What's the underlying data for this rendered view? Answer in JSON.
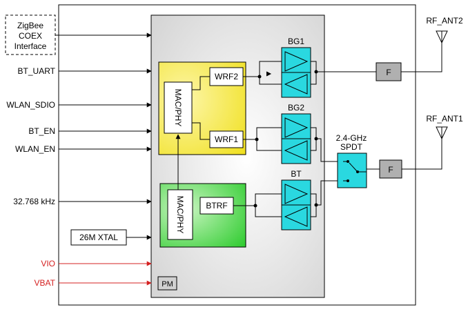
{
  "zigbee": {
    "line1": "ZigBee",
    "line2": "COEX",
    "line3": "Interface"
  },
  "inputs": {
    "bt_uart": "BT_UART",
    "wlan_sdio": "WLAN_SDIO",
    "bt_en": "BT_EN",
    "wlan_en": "WLAN_EN",
    "clock": "32.768 kHz",
    "vio": "VIO",
    "vbat": "VBAT"
  },
  "xtal": "26M XTAL",
  "pm": "PM",
  "wlan_block": {
    "mac": "MAC/PHY",
    "wrf2": "WRF2",
    "wrf1": "WRF1"
  },
  "bt_block": {
    "mac": "MAC/PHY",
    "btrf": "BTRF"
  },
  "amps": {
    "bg1": "BG1",
    "bg2": "BG2",
    "bt": "BT"
  },
  "switch": {
    "line1": "2.4-GHz",
    "line2": "SPDT"
  },
  "filters": {
    "f_top": "F",
    "f_mid": "F"
  },
  "antennas": {
    "ant2": "RF_ANT2",
    "ant1": "RF_ANT1"
  },
  "colors": {
    "power_signal": "#d42020",
    "wlan_block": "#f5e83a",
    "bt_block": "#4dd44d",
    "amp_fill": "#2ad8e0",
    "filter_fill": "#b0b0b0",
    "chip_fill": "#e0e0e0"
  }
}
